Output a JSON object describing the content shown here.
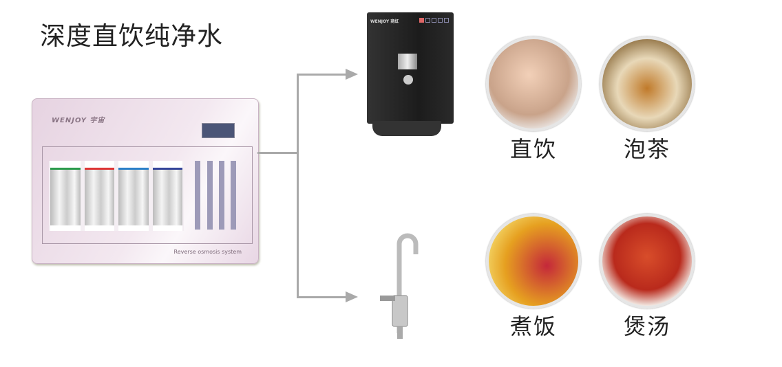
{
  "title": "深度直饮纯净水",
  "purifier": {
    "brand": "WENJOY 宇宙",
    "caption": "Reverse osmosis system"
  },
  "dispenser": {
    "brand": "WENJOY 商虹"
  },
  "uses": [
    {
      "label": "直饮",
      "icon": "drinking-image"
    },
    {
      "label": "泡茶",
      "icon": "tea-image"
    },
    {
      "label": "煮饭",
      "icon": "rice-cooker-image"
    },
    {
      "label": "煲汤",
      "icon": "soup-image"
    }
  ],
  "colors": {
    "arrow": "#a9a9a9",
    "purifier": "#e6d3e1"
  }
}
